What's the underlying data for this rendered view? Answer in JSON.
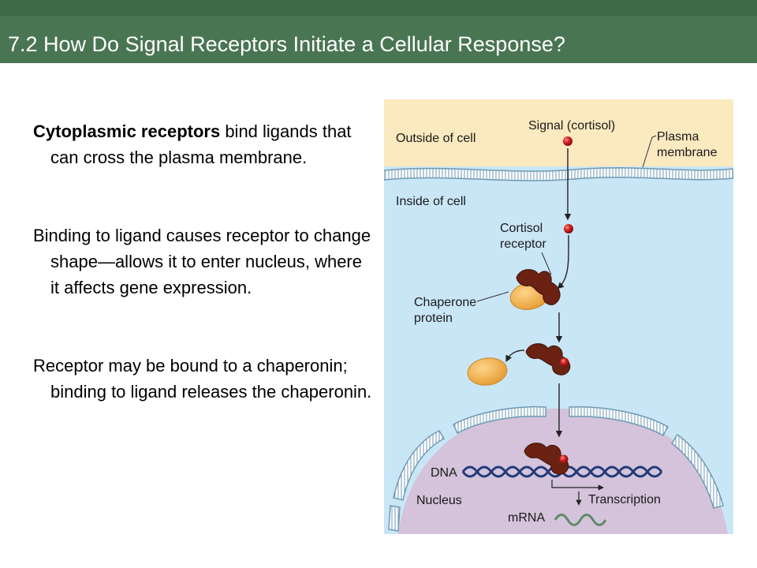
{
  "slide": {
    "title": "7.2 How Do Signal Receptors Initiate a Cellular Response?"
  },
  "bullets": [
    {
      "bold": "Cytoplasmic receptors",
      "text": " bind ligands that can cross the plasma membrane."
    },
    {
      "bold": "",
      "text": "Binding to ligand causes receptor to change shape—allows it to enter nucleus, where it affects gene expression."
    },
    {
      "bold": "",
      "text": "Receptor may be bound to a chaperonin; binding to ligand releases the chaperonin."
    }
  ],
  "figure": {
    "outside_label": "Outside of cell",
    "signal_label": "Signal (cortisol)",
    "plasma_label_1": "Plasma",
    "plasma_label_2": "membrane",
    "inside_label": "Inside of cell",
    "receptor_label_1": "Cortisol",
    "receptor_label_2": "receptor",
    "chaperone_label_1": "Chaperone",
    "chaperone_label_2": "protein",
    "dna_label": "DNA",
    "nucleus_label": "Nucleus",
    "transcription_label": "Transcription",
    "mrna_label": "mRNA",
    "colors": {
      "title_bar": "#4a7553",
      "outside": "#fbe9c0",
      "inside": "#c9e6f7",
      "nucleus": "#d4c3db",
      "membrane": "#8fb6cc",
      "signal": "#cc1e1e",
      "receptor": "#6b2212",
      "chaperone": "#f2b04a",
      "dna": "#233a7a",
      "mrna": "#5f8a66"
    }
  }
}
